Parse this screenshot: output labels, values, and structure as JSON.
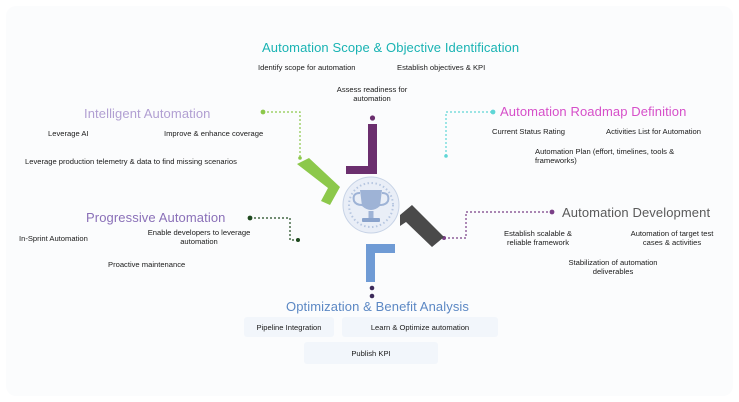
{
  "colors": {
    "scope": "#19b3b3",
    "roadmap": "#d64fc9",
    "development": "#5a5a5a",
    "optimization": "#5c88c4",
    "progressive": "#8a70b8",
    "intelligent": "#b19fd2",
    "arm_top": "#6b2f6e",
    "arm_right": "#4a4a4a",
    "arm_bottom": "#6f9bd5",
    "arm_left": "#8cc84b",
    "dot_roadmap": "#5fd6d6",
    "dot_dev": "#7a3f87",
    "dot_prog": "#1f4a1f",
    "dot_intel": "#8cc84b"
  },
  "center_icon": "trophy-icon",
  "stages": {
    "scope": {
      "title": "Automation Scope & Objective Identification",
      "items": [
        "Identify scope for automation",
        "Establish objectives & KPI",
        "Assess readiness for automation"
      ]
    },
    "roadmap": {
      "title": "Automation Roadmap Definition",
      "items": [
        "Current Status Rating",
        "Activities List for Automation",
        "Automation Plan (effort, timelines, tools & frameworks)"
      ]
    },
    "development": {
      "title": "Automation Development",
      "items": [
        "Establish scalable & reliable framework",
        "Automation of target test cases & activities",
        "Stabilization of automation deliverables"
      ]
    },
    "optimization": {
      "title": "Optimization & Benefit Analysis",
      "items": [
        "Pipeline Integration",
        "Learn & Optimize automation",
        "Publish KPI"
      ]
    },
    "progressive": {
      "title": "Progressive Automation",
      "items": [
        "In-Sprint Automation",
        "Enable developers to leverage automation",
        "Proactive maintenance"
      ]
    },
    "intelligent": {
      "title": "Intelligent Automation",
      "items": [
        "Leverage AI",
        "Improve & enhance coverage",
        "Leverage production telemetry & data to find missing scenarios"
      ]
    }
  }
}
